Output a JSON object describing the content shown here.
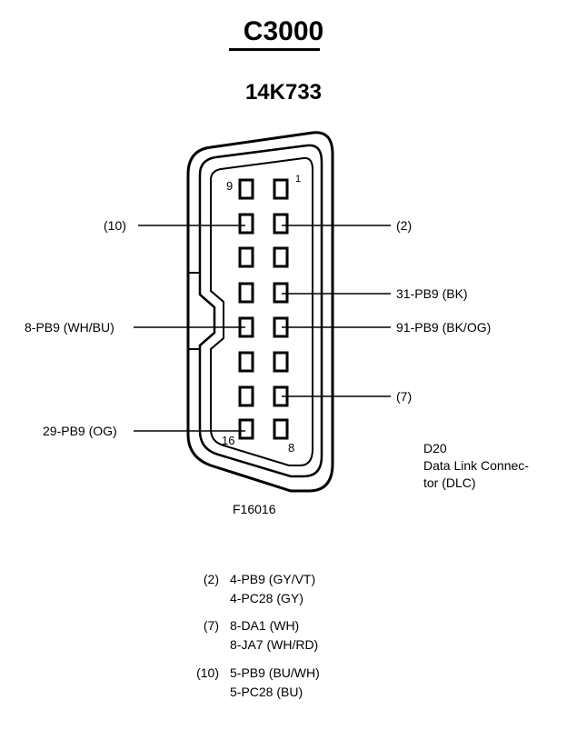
{
  "title": "C3000",
  "subtitle": "14K733",
  "pin_labels": {
    "pin9": "9",
    "pin1": "1",
    "pin16": "16",
    "pin8": "8"
  },
  "callouts": {
    "left_10": "(10)",
    "right_2": "(2)",
    "right_31": "31-PB9 (BK)",
    "left_8": "8-PB9 (WH/BU)",
    "right_91": "91-PB9 (BK/OG)",
    "right_7": "(7)",
    "left_29": "29-PB9 (OG)"
  },
  "description": {
    "line1": "D20",
    "line2": "Data Link Connec-",
    "line3": "tor (DLC)"
  },
  "figure_id": "F16016",
  "legend": [
    {
      "key": "(2)",
      "lines": [
        "4-PB9 (GY/VT)",
        "4-PC28 (GY)"
      ]
    },
    {
      "key": "(7)",
      "lines": [
        "8-DA1 (WH)",
        "8-JA7 (WH/RD)"
      ]
    },
    {
      "key": "(10)",
      "lines": [
        "5-PB9  (BU/WH)",
        "5-PC28 (BU)"
      ]
    }
  ]
}
